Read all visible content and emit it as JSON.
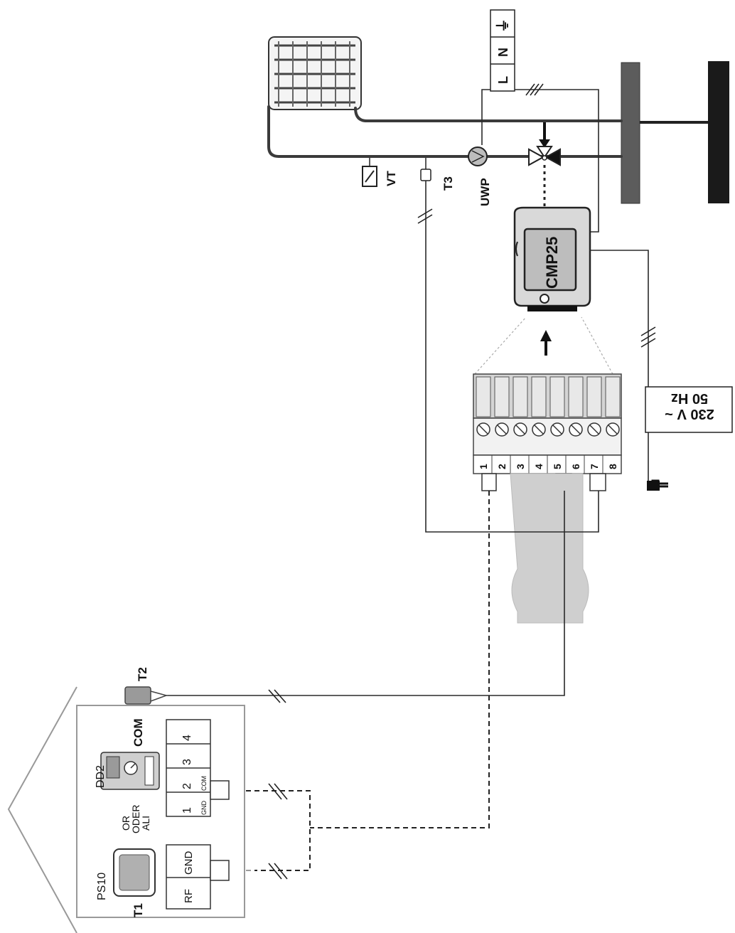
{
  "components": {
    "actuator": "CMP25",
    "pump": "UWP",
    "sensor_t3": "T3",
    "sensor_t2": "T2",
    "sensor_t1": "T1",
    "thermostat_vt": "VT",
    "room_unit_dd2": "DD2",
    "room_unit_ps10": "PS10",
    "dd2_com": "COM"
  },
  "power": {
    "l": "L",
    "n": "N",
    "ground_symbol": "⏚",
    "supply_line1": "230 V ~",
    "supply_line2": "50 Hz"
  },
  "terminal_block": {
    "numbers": [
      "1",
      "2",
      "3",
      "4",
      "5",
      "6",
      "7",
      "8"
    ]
  },
  "dd2_terminals": {
    "numbers": [
      "1",
      "2",
      "3",
      "4"
    ],
    "sub1": "GND",
    "sub2": "COM"
  },
  "ps10_terminals": {
    "gnd": "GND",
    "rf": "RF"
  },
  "alternatives": {
    "or_en": "OR",
    "or_de": "ODER",
    "or_sl": "ALI"
  },
  "colors": {
    "pipe": "#3a3a3a",
    "housing": "#d9d9d9",
    "column": "#5c5c5c",
    "column_dark": "#1a1a1a"
  }
}
